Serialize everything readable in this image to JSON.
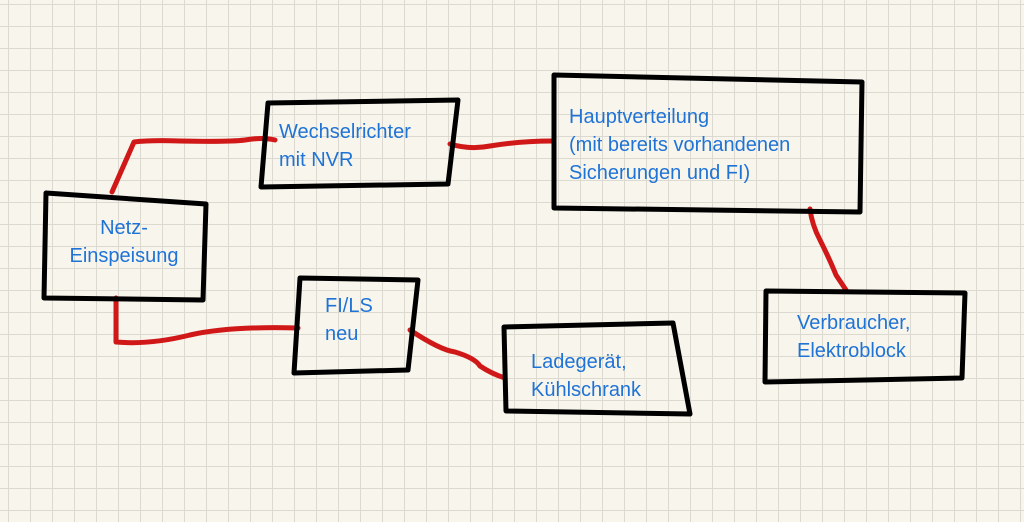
{
  "colors": {
    "box_stroke": "#000000",
    "wire": "#d01818",
    "text": "#1f73d6",
    "paper": "#f7f5ec",
    "grid": "#dcdad0"
  },
  "nodes": {
    "netz": {
      "lines": [
        "Netz-",
        "Einspeisung"
      ]
    },
    "wechselrichter": {
      "lines": [
        "Wechselrichter",
        "mit NVR"
      ]
    },
    "hauptverteilung": {
      "lines": [
        "Hauptverteilung",
        "(mit bereits vorhandenen",
        "Sicherungen und FI)"
      ]
    },
    "verbraucher": {
      "lines": [
        "Verbraucher,",
        "Elektroblock"
      ]
    },
    "fils": {
      "lines": [
        "FI/LS",
        "neu"
      ]
    },
    "ladegeraet": {
      "lines": [
        "Ladegerät,",
        "Kühlschrank"
      ]
    }
  },
  "connections": [
    {
      "from": "netz",
      "to": "wechselrichter"
    },
    {
      "from": "wechselrichter",
      "to": "hauptverteilung"
    },
    {
      "from": "hauptverteilung",
      "to": "verbraucher"
    },
    {
      "from": "netz",
      "to": "fils"
    },
    {
      "from": "fils",
      "to": "ladegeraet"
    }
  ]
}
